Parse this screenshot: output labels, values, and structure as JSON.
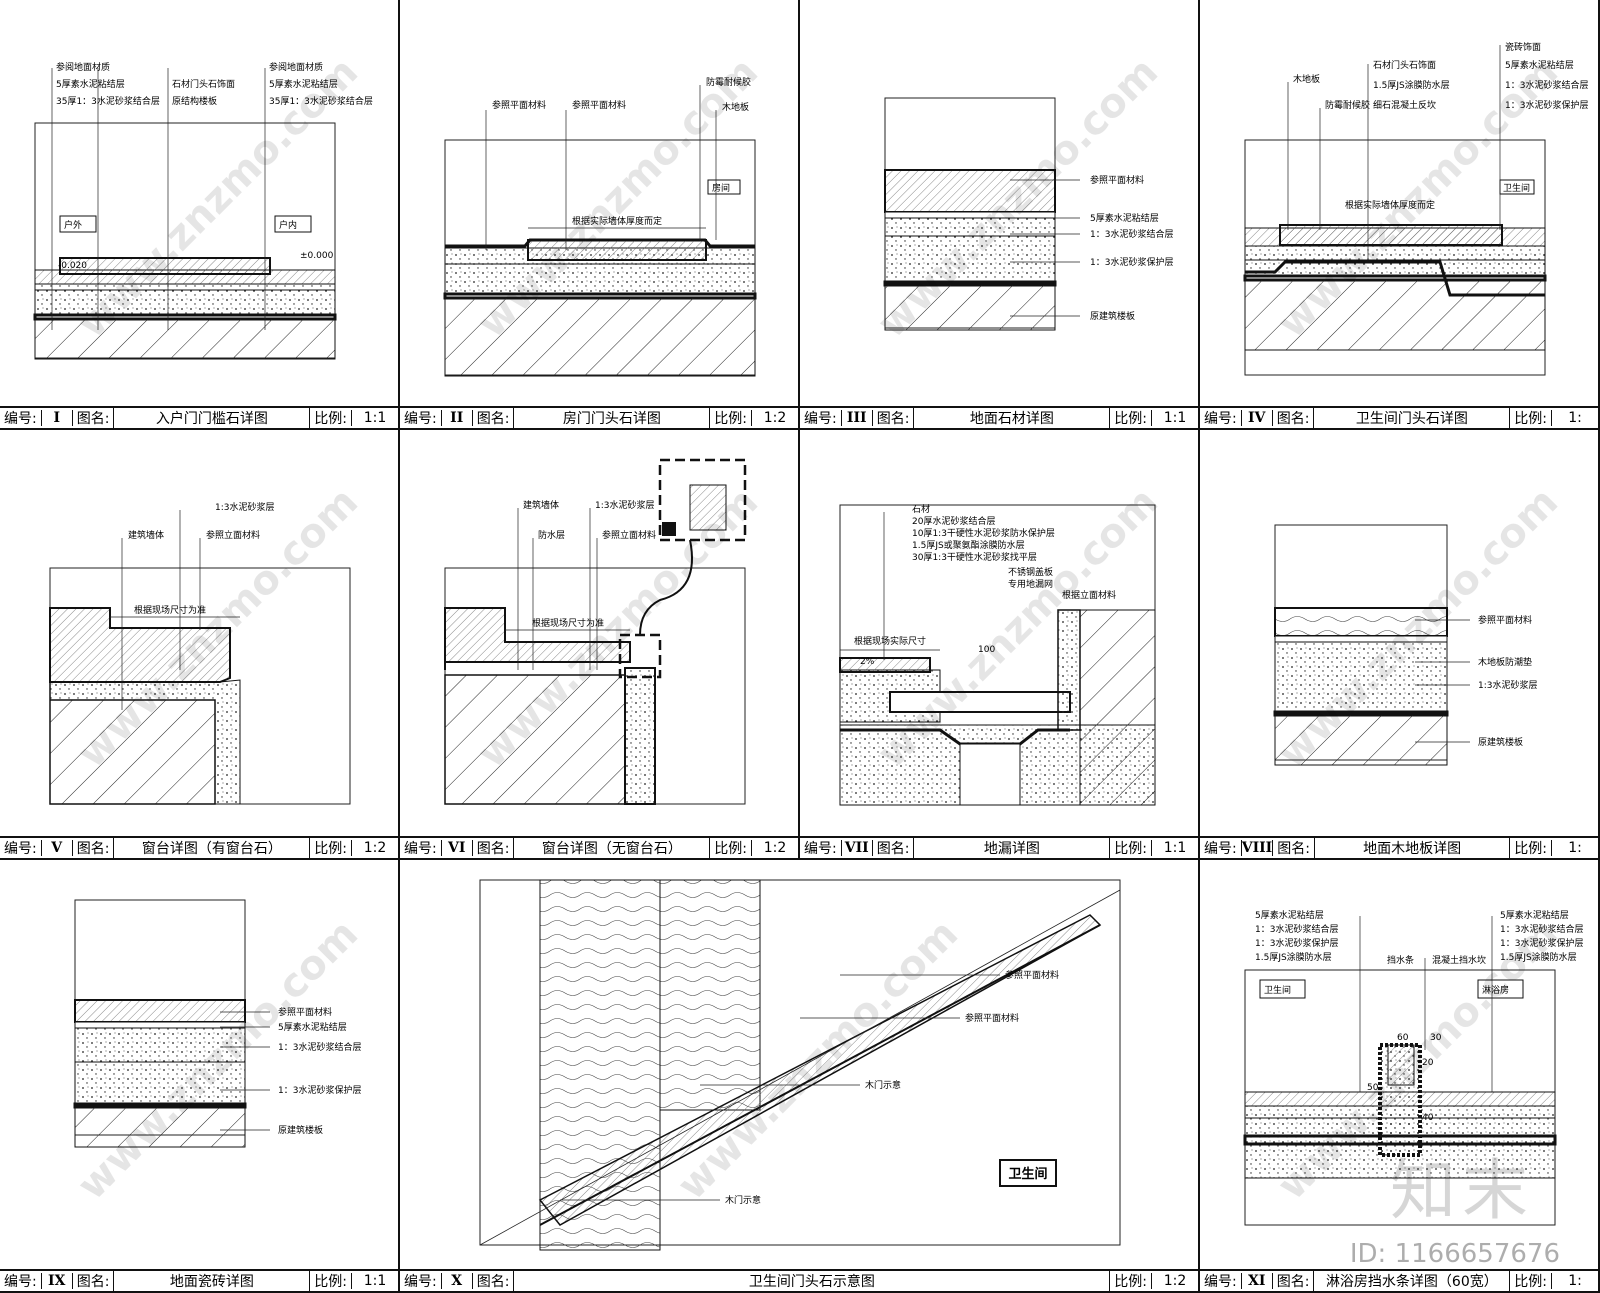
{
  "panels": [
    {
      "num": "I",
      "name": "入户门门槛石详图",
      "scale": "1:1",
      "callouts": [
        "参阅地面材质",
        "5厚素水泥粘结层",
        "35厚1：3水泥砂浆结合层",
        "石材门头石饰面",
        "原结构楼板",
        "参阅地面材质",
        "5厚素水泥粘结层",
        "35厚1：3水泥砂浆结合层"
      ],
      "tags": [
        "户外",
        "户内"
      ],
      "levels": [
        "-0.020",
        "±0.000"
      ]
    },
    {
      "num": "II",
      "name": "房门门头石详图",
      "scale": "1:2",
      "callouts": [
        "参照平面材料",
        "参照平面材料",
        "防霉耐候胶",
        "木地板",
        "根据实际墙体厚度而定"
      ],
      "tags": [
        "房间"
      ]
    },
    {
      "num": "III",
      "name": "地面石材详图",
      "scale": "1:1",
      "callouts": [
        "参照平面材料",
        "5厚素水泥粘结层",
        "1：3水泥砂浆结合层",
        "1：3水泥砂浆保护层",
        "原建筑楼板"
      ]
    },
    {
      "num": "IV",
      "name": "卫生间门头石详图",
      "scale": "1:",
      "callouts": [
        "木地板",
        "防霉耐候胶",
        "石材门头石饰面",
        "1.5厚JS涂膜防水层",
        "细石混凝土反坎",
        "瓷砖饰面",
        "5厚素水泥粘结层",
        "1：3水泥砂浆结合层",
        "1：3水泥砂浆保护层",
        "根据实际墙体厚度而定"
      ],
      "tags": [
        "卫生间"
      ]
    },
    {
      "num": "V",
      "name": "窗台详图（有窗台石）",
      "scale": "1:2",
      "callouts": [
        "1:3水泥砂浆层",
        "建筑墙体",
        "参照立面材料",
        "根据现场尺寸为准"
      ]
    },
    {
      "num": "VI",
      "name": "窗台详图（无窗台石）",
      "scale": "1:2",
      "callouts": [
        "建筑墙体",
        "1:3水泥砂浆层",
        "防水层",
        "参照立面材料",
        "根据现场尺寸为准"
      ]
    },
    {
      "num": "VII",
      "name": "地漏详图",
      "scale": "1:1",
      "callouts": [
        "石材",
        "20厚水泥砂浆结合层",
        "10厚1:3干硬性水泥砂浆防水保护层",
        "1.5厚JS或聚氨酯涂膜防水层",
        "30厚1:3干硬性水泥砂浆找平层",
        "不锈钢盖板",
        "专用地漏网",
        "根据立面材料",
        "根据现场实际尺寸"
      ],
      "dims": [
        "2%",
        "100"
      ]
    },
    {
      "num": "VIII",
      "name": "地面木地板详图",
      "scale": "1:",
      "callouts": [
        "参照平面材料",
        "木地板防潮垫",
        "1:3水泥砂浆层",
        "原建筑楼板"
      ]
    },
    {
      "num": "IX",
      "name": "地面瓷砖详图",
      "scale": "1:1",
      "callouts": [
        "参照平面材料",
        "5厚素水泥粘结层",
        "1：3水泥砂浆结合层",
        "1：3水泥砂浆保护层",
        "原建筑楼板"
      ]
    },
    {
      "num": "X",
      "name": "卫生间门头石示意图",
      "scale": "1:2",
      "callouts": [
        "参照平面材料",
        "参照平面材料",
        "木门示意",
        "木门示意"
      ],
      "tags": [
        "卫生间"
      ]
    },
    {
      "num": "XI",
      "name": "淋浴房挡水条详图（60宽）",
      "scale": "1:",
      "callouts": [
        "5厚素水泥粘结层",
        "1：3水泥砂浆结合层",
        "1：3水泥砂浆保护层",
        "1.5厚JS涂膜防水层",
        "挡水条",
        "混凝土挡水坎",
        "5厚素水泥粘结层",
        "1：3水泥砂浆结合层",
        "1：3水泥砂浆保护层",
        "1.5厚JS涂膜防水层"
      ],
      "tags": [
        "卫生间",
        "淋浴房"
      ],
      "dims": [
        "60",
        "30",
        "50",
        "20",
        "40"
      ]
    }
  ],
  "labels": {
    "num": "编号:",
    "name": "图名:",
    "scale": "比例:"
  },
  "watermark": "www.znzmo.com",
  "logo": "知末",
  "id": "ID: 1166657676"
}
